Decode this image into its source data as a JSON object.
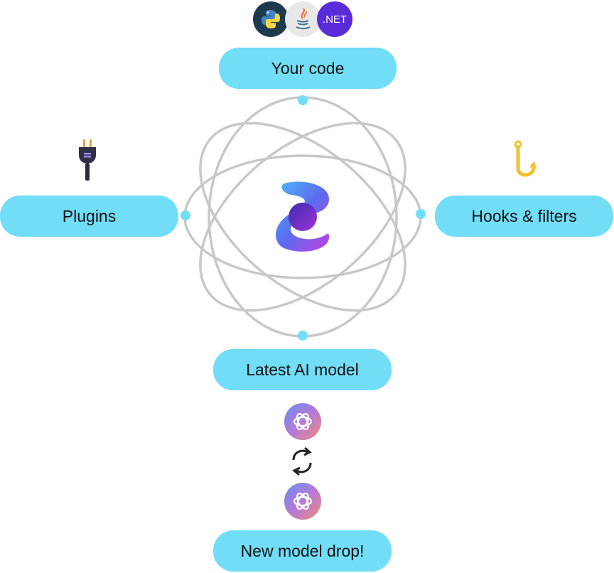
{
  "nodes": {
    "top": "Your code",
    "left": "Plugins",
    "right": "Hooks & filters",
    "bottom": "Latest AI model",
    "footer": "New model drop!"
  },
  "languages": [
    {
      "name": "python-icon"
    },
    {
      "name": "java-icon"
    },
    {
      "name": "dotnet-icon",
      "label": ".NET"
    }
  ],
  "icons": {
    "center": "semantic-kernel-logo",
    "left": "plug-icon",
    "right": "hook-icon",
    "model": "openai-icon",
    "swap": "sync-icon"
  },
  "colors": {
    "pill": "#72ddf7",
    "dot": "#72ddf7",
    "orbit": "#c8c8c8"
  }
}
